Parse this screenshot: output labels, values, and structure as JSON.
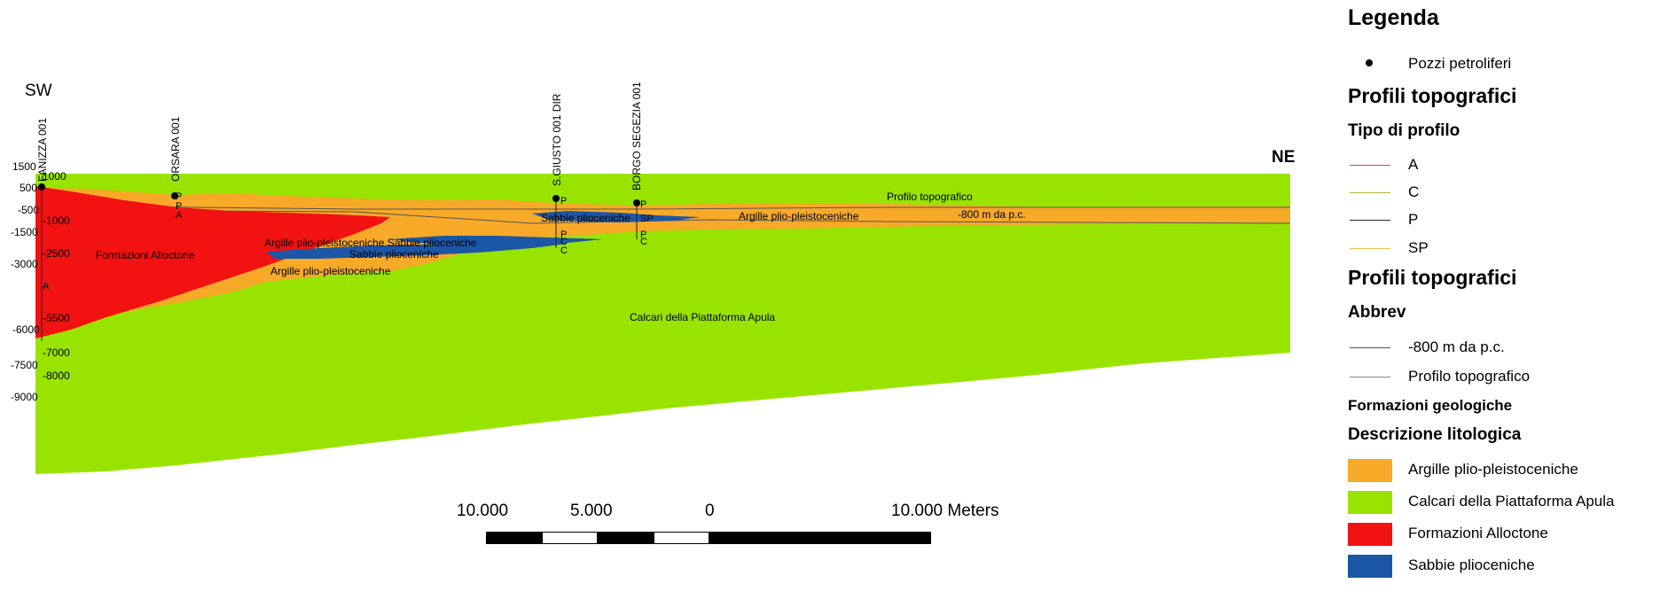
{
  "section": {
    "orientation_left": "SW",
    "orientation_right": "NE",
    "wells": [
      "FANIZZA 001",
      "ORSARA 001",
      "S.GIUSTO 001 DIR",
      "BORGO SEGEZIA 001"
    ],
    "left_depth_labels": [
      "1500",
      "1000",
      "500",
      "-500",
      "-1000",
      "-1500",
      "-2500",
      "-3000",
      "-5500",
      "-6000",
      "-7000",
      "-7500",
      "-8000",
      "-9000"
    ],
    "well_point_markers": [
      "P",
      "P",
      "A",
      "P",
      "P",
      "SP",
      "P",
      "C",
      "C",
      "P",
      "C"
    ],
    "edge_letter": "A",
    "unit_labels": {
      "formazioni_alloctone": "Formazioni Alloctone",
      "argille_upper": "Argille plio-pleistoceniche",
      "argille_sabbie_combined": "Argille plio-pleistoceniche Sabbie plioceniche",
      "sabbie_middle": "Sabbie plioceniche",
      "argille_lower": "Argille plio-pleistoceniche",
      "sabbie_upper": "Sabbie plioceniche",
      "argille_right": "Argille plio-pleistoceniche",
      "calcari": "Calcari della Piattaforma Apula",
      "profilo": "Profilo topografico",
      "minus800": "-800 m da p.c."
    }
  },
  "scale_bar": {
    "labels": [
      "10.000",
      "5.000",
      "0",
      "10.000 Meters"
    ]
  },
  "legend": {
    "title": "Legenda",
    "wells_label": "Pozzi petroliferi",
    "profili_1": "Profili topografici",
    "tipo_label": "Tipo di profilo",
    "tipo_items": [
      {
        "label": "A",
        "color": "#e8383a"
      },
      {
        "label": "C",
        "color": "#b5b536"
      },
      {
        "label": "P",
        "color": "#2a2a2a"
      },
      {
        "label": "SP",
        "color": "#e8c24a"
      }
    ],
    "profili_2": "Profili topografici",
    "abbrev_label": "Abbrev",
    "abbrev_items": [
      {
        "label": "-800 m da p.c.",
        "color": "#555555"
      },
      {
        "label": "Profilo topografico",
        "color": "#888888"
      }
    ],
    "formazioni_label": "Formazioni geologiche",
    "descrizione_label": "Descrizione litologica",
    "lithology_items": [
      {
        "label": "Argille plio-pleistoceniche",
        "color": "#f7a928"
      },
      {
        "label": "Calcari della Piattaforma Apula",
        "color": "#98e400"
      },
      {
        "label": "Formazioni Alloctone",
        "color": "#f21212"
      },
      {
        "label": "Sabbie plioceniche",
        "color": "#1c56a6"
      }
    ]
  }
}
